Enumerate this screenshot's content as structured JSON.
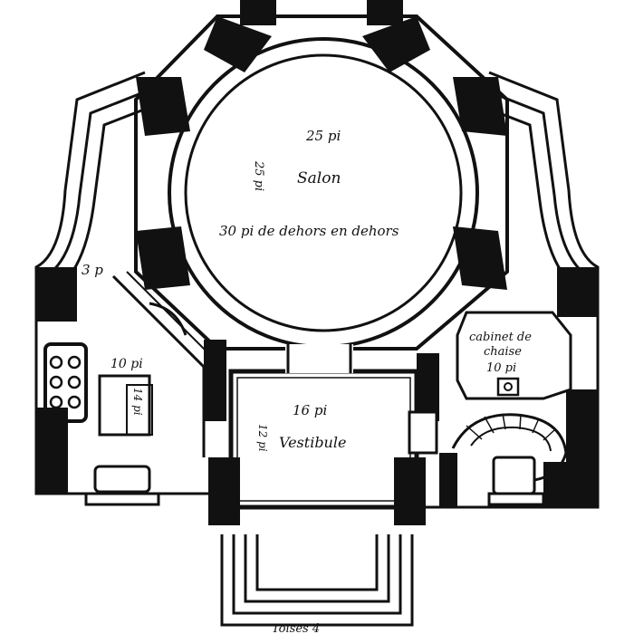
{
  "labels": {
    "salon_width": "25 pi",
    "salon_depth": "25 pi",
    "salon": "Salon",
    "salon_outer": "30 pi de dehors en dehors",
    "left_3p": "3 p",
    "left_room_width": "10 pi",
    "left_room_depth": "14 pi",
    "cabinet_line1": "cabinet de",
    "cabinet_line2": "chaise",
    "cabinet_width": "10 pi",
    "vestibule_width": "16 pi",
    "vestibule_depth": "12 pi",
    "vestibule": "Vestibule",
    "scale": "Toises 4"
  },
  "colors": {
    "ink": "#111111",
    "paper": "#ffffff"
  }
}
